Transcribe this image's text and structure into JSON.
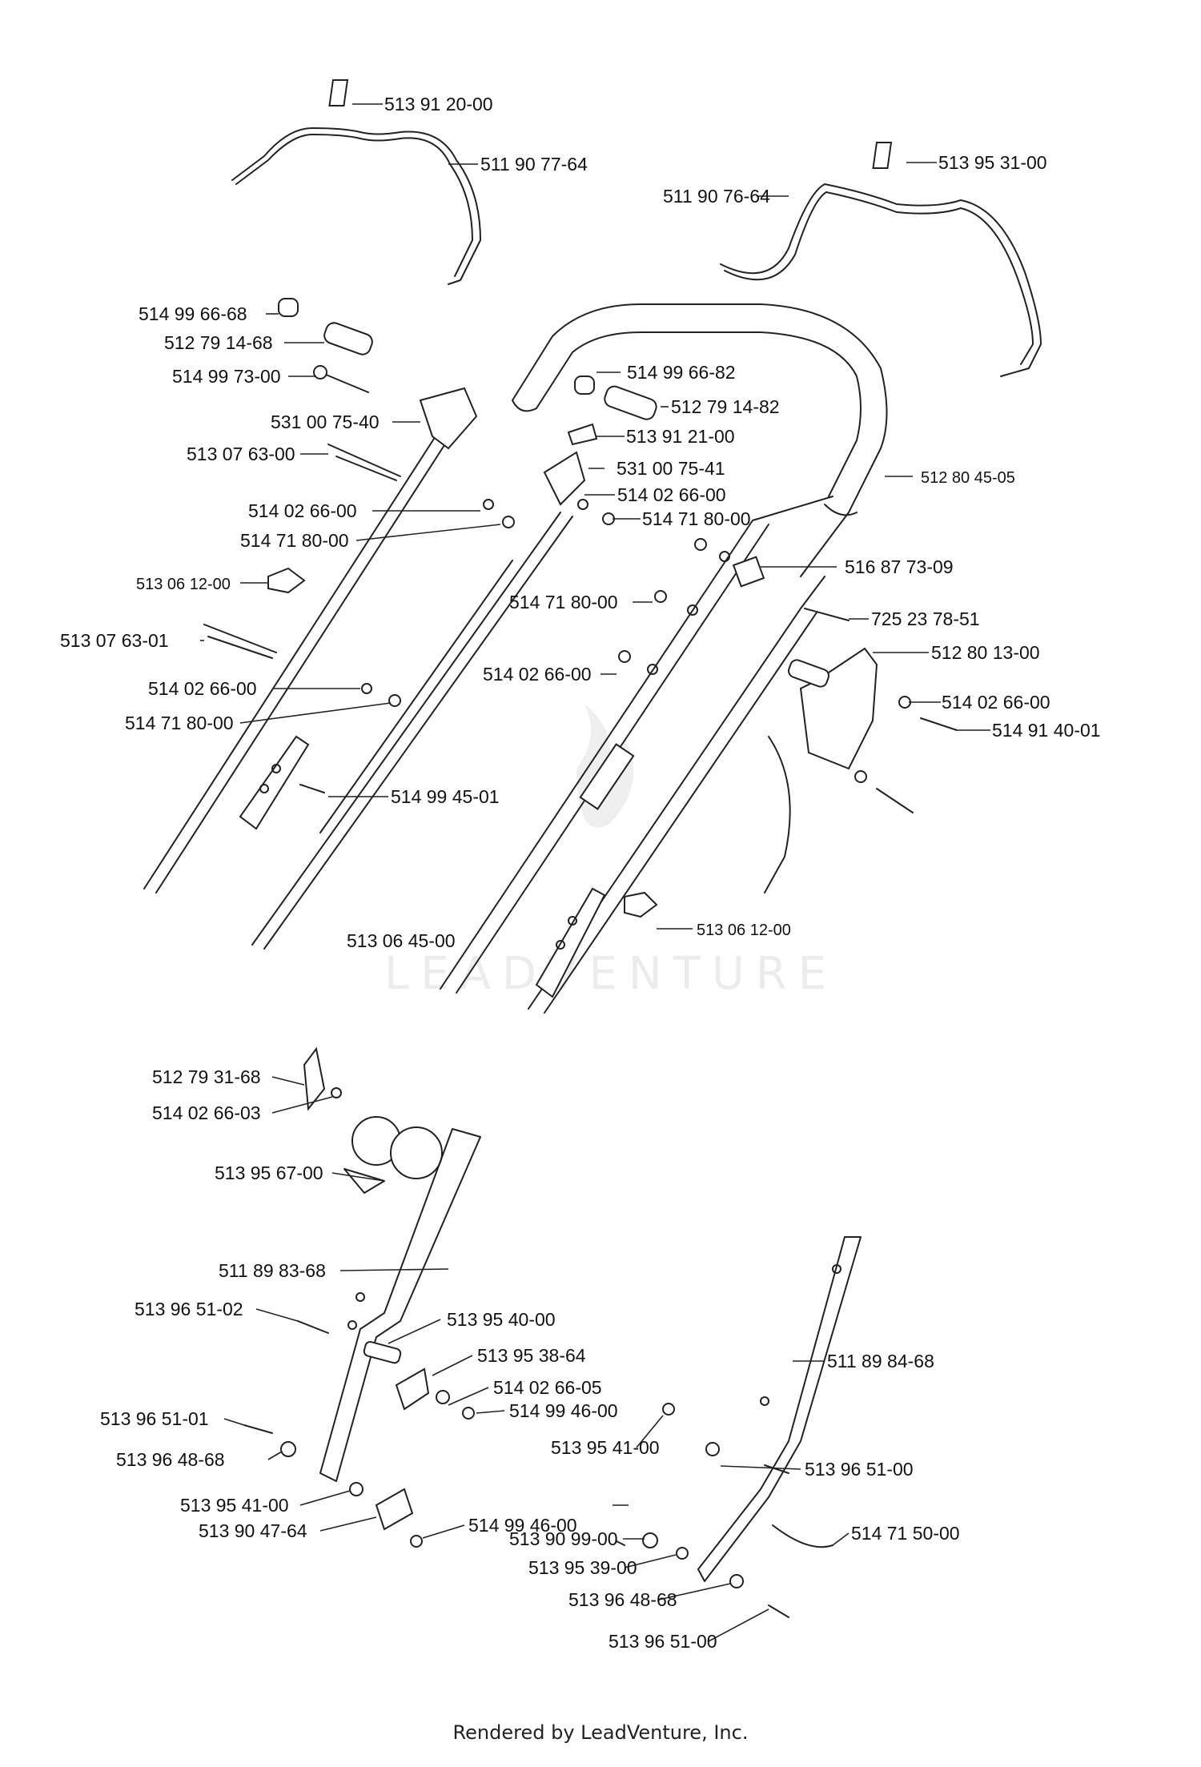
{
  "labels": {
    "l1": "513 91 20-00",
    "l2": "511 90 77-64",
    "l3": "513 95 31-00",
    "l4": "511 90 76-64",
    "l5": "514 99 66-68",
    "l6": "512 79 14-68",
    "l7": "514 99 73-00",
    "l8": "514 99 66-82",
    "l9": "512 79 14-82",
    "l10": "531 00 75-40",
    "l11": "513 91 21-00",
    "l12": "513 07 63-00",
    "l13": "531 00 75-41",
    "l14": "512 80 45-05",
    "l15": "514 02 66-00",
    "l16": "514 02 66-00",
    "l17": "514 71 80-00",
    "l18": "514 71 80-00",
    "l19": "516 87 73-09",
    "l20": "513 06 12-00",
    "l21": "514 71 80-00",
    "l22": "725 23 78-51",
    "l23": "513 07 63-01",
    "l24": "512 80 13-00",
    "l25": "514 02 66-00",
    "l26": "514 02 66-00",
    "l27": "514 02 66-00",
    "l28": "514 91 40-01",
    "l29": "514 71 80-00",
    "l30": "514 99 45-01",
    "l31": "513 06 45-00",
    "l32": "513 06 12-00",
    "l33": "512 79 31-68",
    "l34": "514 02 66-03",
    "l35": "513 95 67-00",
    "l36": "511 89 83-68",
    "l37": "513 96 51-02",
    "l38": "513 95 40-00",
    "l39": "513 95 38-64",
    "l40": "511 89 84-68",
    "l41": "514 02 66-05",
    "l42": "513 96 51-01",
    "l43": "514 99 46-00",
    "l44": "513 96 48-68",
    "l45": "513 95 41-00",
    "l46": "513 96 51-00",
    "l47": "513 95 41-00",
    "l48": "514 99 46-00",
    "l49": "513 90 47-64",
    "l50": "514 71 50-00",
    "l51": "513 90 99-00",
    "l52": "513 95 39-00",
    "l53": "513 96 48-68",
    "l54": "513 96 51-00"
  },
  "watermark": "LEADVENTURE",
  "footer": "Rendered by LeadVenture, Inc."
}
